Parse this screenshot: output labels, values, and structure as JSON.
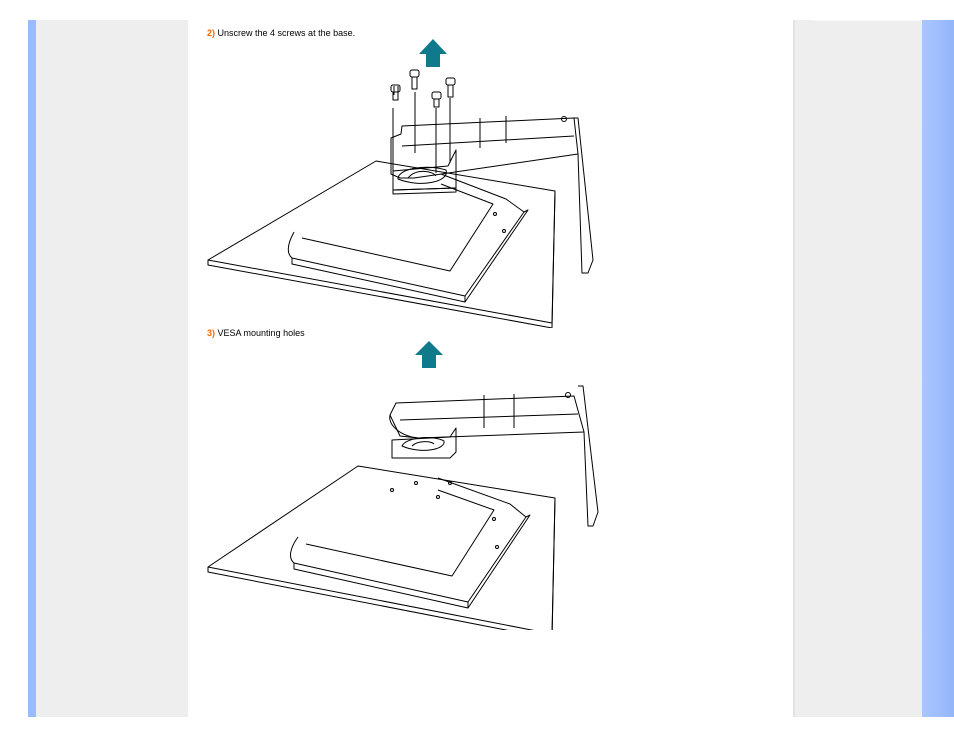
{
  "steps": [
    {
      "number": "2)",
      "text": "Unscrew the 4 screws at the base."
    },
    {
      "number": "3)",
      "text": "VESA mounting holes"
    }
  ],
  "colors": {
    "step_number": "#ff6600",
    "arrow": "#0e7a8c",
    "sidebar_gray": "#eeeeee",
    "frame_blue": "#99bbff"
  },
  "icons": [
    "up-arrow-icon",
    "screw-icon"
  ]
}
